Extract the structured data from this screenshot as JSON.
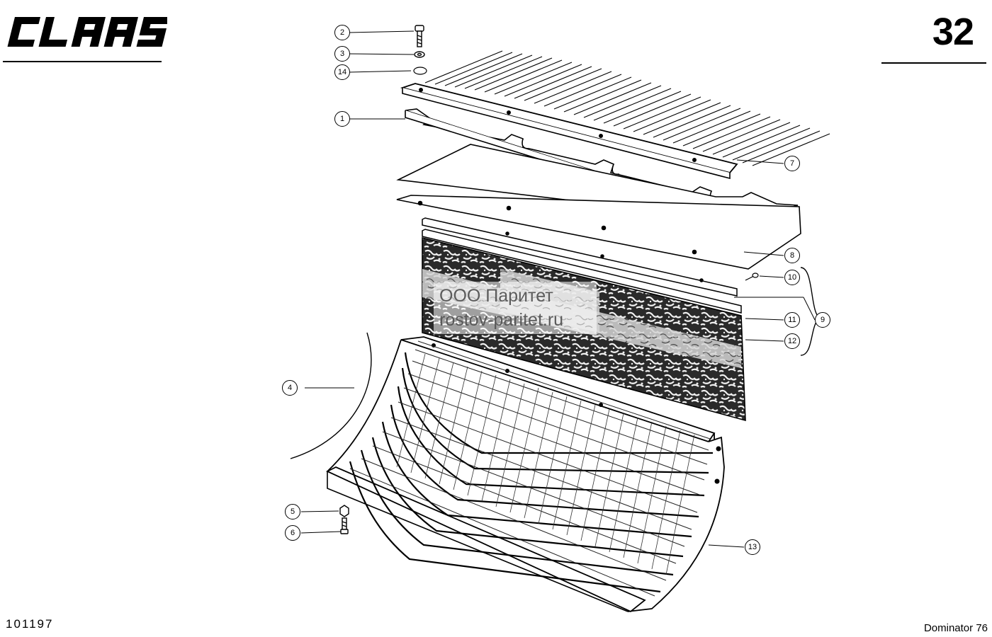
{
  "header": {
    "brand": "CLAAS",
    "page_number": "32"
  },
  "footer": {
    "catalog_number": "101197",
    "model": "Dominator 76"
  },
  "watermark": {
    "line1": "ООО Паритет",
    "line2": "rostov-paritet.ru"
  },
  "callouts": [
    "1",
    "2",
    "3",
    "4",
    "5",
    "6",
    "7",
    "8",
    "9",
    "10",
    "11",
    "12",
    "13",
    "14"
  ]
}
